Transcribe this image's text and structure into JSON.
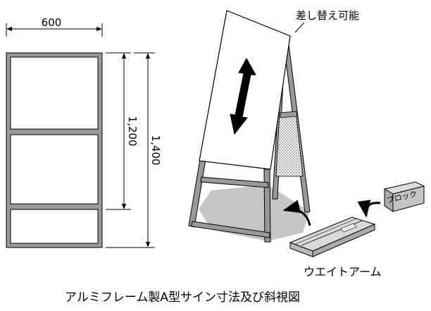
{
  "dimensions": {
    "width": "600",
    "height_inner": "1,200",
    "height_total": "1,400"
  },
  "labels": {
    "replaceable": "差し替え可能",
    "block": "ブロック",
    "weight_arm": "ウエイトアーム"
  },
  "caption": "アルミフレーム製A型サイン寸法及び斜視図",
  "colors": {
    "frame": "#999999",
    "frame_edge": "#000000",
    "shadow": "#bdbdbd",
    "wood": "#d9d9d9"
  }
}
